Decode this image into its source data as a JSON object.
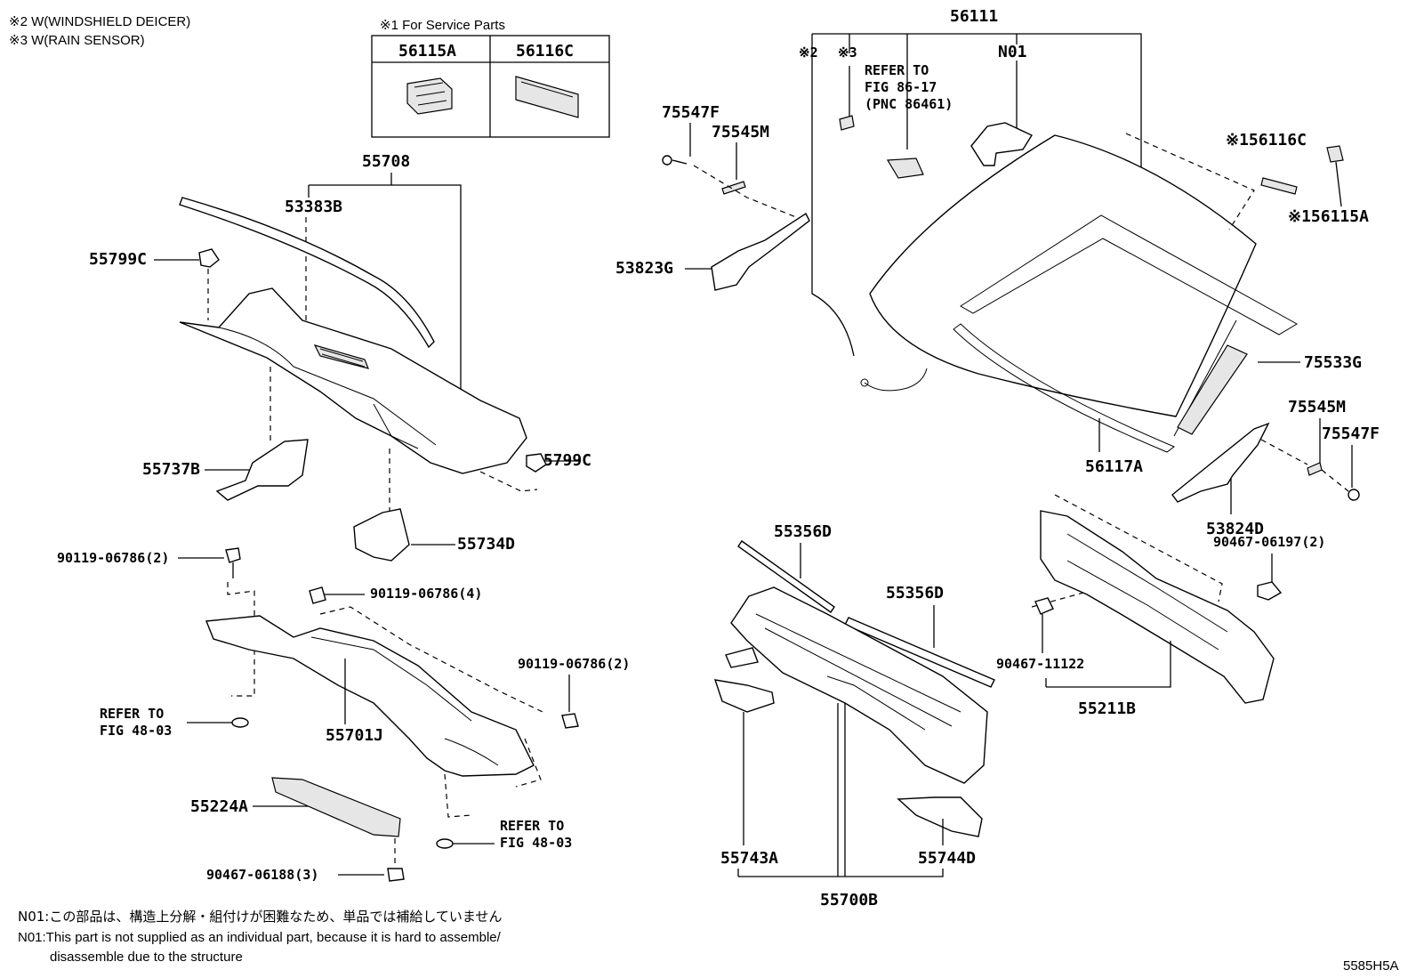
{
  "notes_top": {
    "line1": "※2 W(WINDSHIELD DEICER)",
    "line2": "※3 W(RAIN SENSOR)"
  },
  "service_parts": {
    "title": "※1 For Service Parts",
    "col1": "56115A",
    "col2": "56116C"
  },
  "labels": {
    "p56111": "56111",
    "p2": "※2",
    "p3": "※3",
    "refer_fig86_1": "REFER TO",
    "refer_fig86_2": "FIG 86-17",
    "refer_fig86_3": "(PNC 86461)",
    "n01": "N01",
    "p75547F_a": "75547F",
    "p75545M_a": "75545M",
    "p56116C": "※156116C",
    "p56115A": "※156115A",
    "p53823G": "53823G",
    "p75533G": "75533G",
    "p56117A": "56117A",
    "p75545M_b": "75545M",
    "p75547F_b": "75547F",
    "p53824D": "53824D",
    "p90467_06197": "90467-06197(2)",
    "p90467_11122": "90467-11122",
    "p55211B": "55211B",
    "p55708": "55708",
    "p53383B": "53383B",
    "p55799C_a": "55799C",
    "p55799C_b": "55799C",
    "p55737B": "55737B",
    "p55734D": "55734D",
    "p90119_2a": "90119-06786(2)",
    "p90119_4": "90119-06786(4)",
    "p90119_2b": "90119-06786(2)",
    "refer_4803a_1": "REFER TO",
    "refer_4803a_2": "FIG 48-03",
    "p55701J": "55701J",
    "p55224A": "55224A",
    "refer_4803b_1": "REFER TO",
    "refer_4803b_2": "FIG 48-03",
    "p90467_06188": "90467-06188(3)",
    "p55356D_a": "55356D",
    "p55356D_b": "55356D",
    "p55743A": "55743A",
    "p55744D": "55744D",
    "p55700B": "55700B"
  },
  "notes_bottom": {
    "jp": "N01:この部品は、構造上分解・組付けが困難なため、単品では補給していません",
    "en1": "N01:This part is not supplied as an individual part, because it is hard to assemble/",
    "en2": "disassemble due to the structure"
  },
  "diagram_id": "5585H5A"
}
